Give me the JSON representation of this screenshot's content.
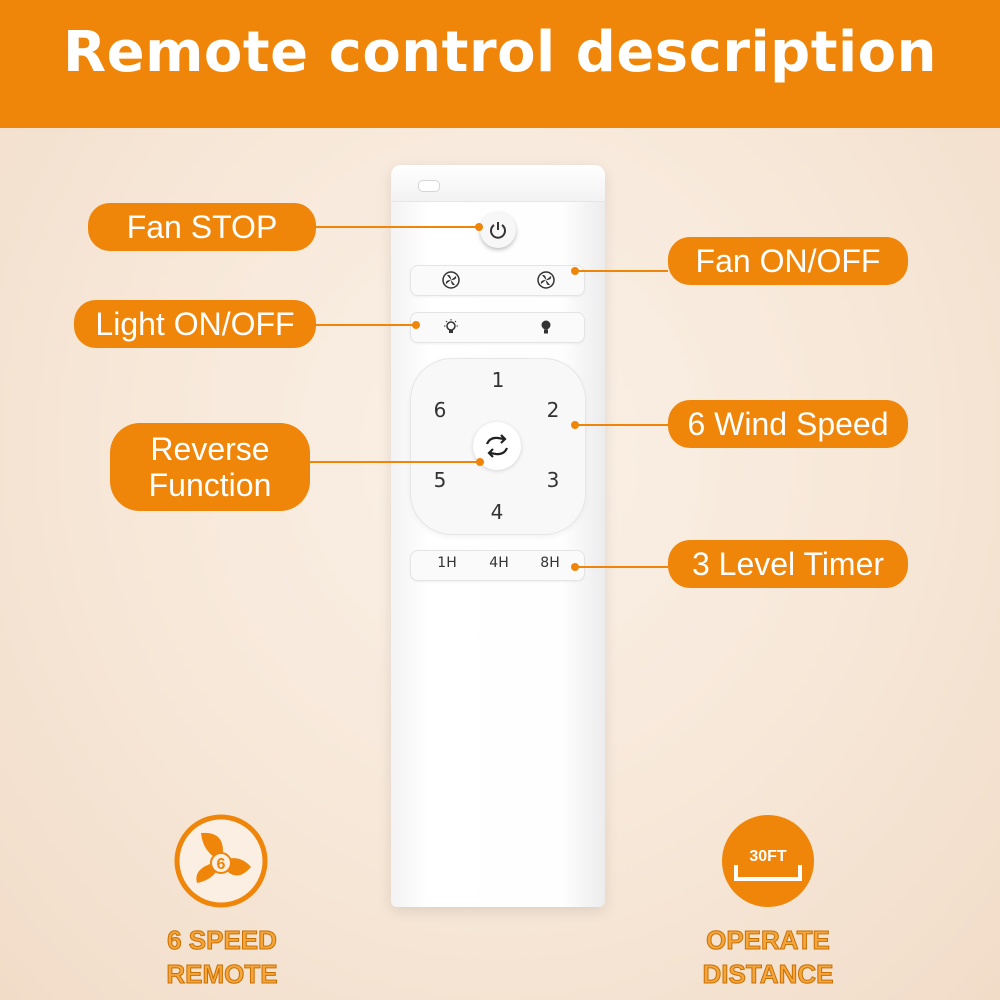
{
  "banner": {
    "title": "Remote control description"
  },
  "labels": {
    "fan_stop": "Fan STOP",
    "fan_on_off": "Fan ON/OFF",
    "light_on_off": "Light ON/OFF",
    "reverse_line1": "Reverse",
    "reverse_line2": "Function",
    "wind_speed": "6 Wind Speed",
    "timer": "3 Level Timer"
  },
  "remote": {
    "speeds": [
      "1",
      "2",
      "3",
      "4",
      "5",
      "6"
    ],
    "timers": [
      "1H",
      "4H",
      "8H"
    ]
  },
  "features": {
    "speed_badge": "6",
    "speed_line1": "6 SPEED",
    "speed_line2": "REMOTE",
    "distance_badge": "30FT",
    "distance_line1": "OPERATE",
    "distance_line2": "DISTANCE"
  },
  "colors": {
    "accent": "#ef8509",
    "background": "#f6e6d6",
    "remote": "#ffffff"
  }
}
